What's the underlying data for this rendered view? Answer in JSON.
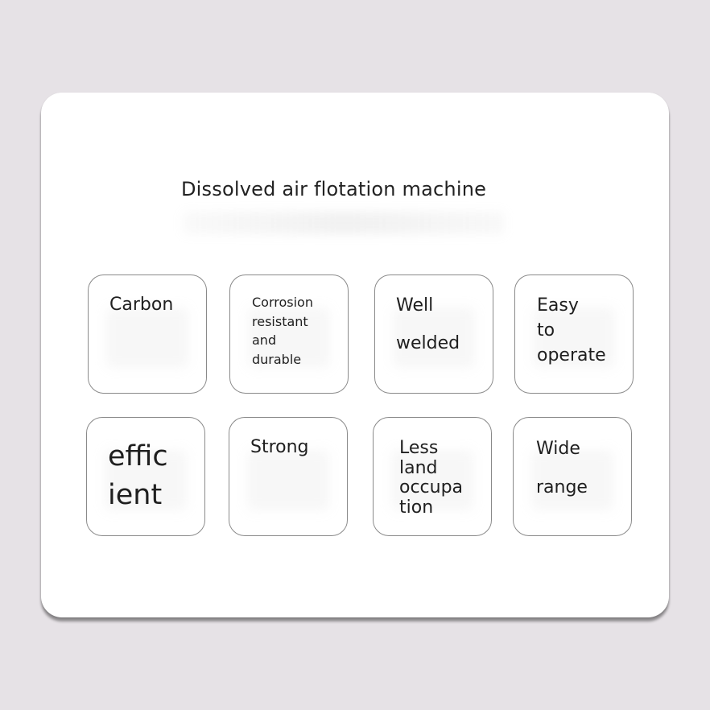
{
  "title": "Dissolved air flotation machine",
  "features": [
    {
      "label": "Carbon"
    },
    {
      "label": "Corrosion\nresistant\nand\ndurable"
    },
    {
      "label": "Well\nwelded"
    },
    {
      "label": "Easy\nto\noperate"
    },
    {
      "label": "effic\nient"
    },
    {
      "label": "Strong"
    },
    {
      "label": "Less\nland\noccupa\ntion"
    },
    {
      "label": "Wide\nrange"
    }
  ]
}
